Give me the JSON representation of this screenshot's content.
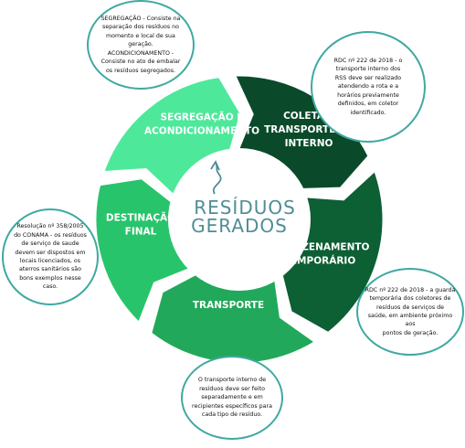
{
  "center": {
    "line1": "RESÍDUOS",
    "line2": "GERADOS"
  },
  "stages": [
    {
      "id": "segregacao",
      "lines": [
        "SEGREGAÇÃO E",
        "ACONDICIONAMENTO"
      ],
      "color": "#4ee89a"
    },
    {
      "id": "coleta",
      "lines": [
        "COLETA E",
        "TRANSPORTE DE",
        "INTERNO"
      ],
      "color": "#0a4a2a"
    },
    {
      "id": "armazenamento",
      "lines": [
        "ARMAZENAMENTO",
        "TEMPORÁRIO"
      ],
      "color": "#0d5f34"
    },
    {
      "id": "transporte",
      "lines": [
        "TRANSPORTE"
      ],
      "color": "#22a85a"
    },
    {
      "id": "destinacao",
      "lines": [
        "DESTINAÇÃO",
        "FINAL"
      ],
      "color": "#28c46c"
    }
  ],
  "notes": [
    {
      "id": "segregacao",
      "lines": [
        "SEGREGAÇÃO - Consiste na",
        "separação dos resíduos no",
        "momento e local de sua",
        "geração.",
        "ACONDICIONAMENTO -",
        "Consiste no ato de embalar",
        "os resíduos segregados."
      ]
    },
    {
      "id": "coleta",
      "lines": [
        "RDC nº 222 de 2018 - o",
        "transporte interno dos",
        "RSS deve ser realizado",
        "atendendo a rota e a",
        "horários previamente",
        "definidos, em coletor",
        "identificado."
      ]
    },
    {
      "id": "armazenamento",
      "lines": [
        "RDC nº 222 de 2018 - a guarda",
        "temporária dos coletores de",
        "resíduos de serviços de",
        "saúde, em ambiente próximo",
        "aos",
        "pontos de geração."
      ]
    },
    {
      "id": "transporte",
      "lines": [
        "O transporte interno de",
        "resíduos deve ser feito",
        "separadamente e em",
        "recipientes específicos para",
        "cada tipo de resíduo."
      ]
    },
    {
      "id": "destinacao",
      "lines": [
        "Resolução nº 358/2005",
        "do CONAMA - os resíduos",
        "de serviço de saude",
        "devem ser dispostos em",
        "locais licenciados, os",
        "aterros sanitários são",
        "bons exemplos nesse",
        "caso."
      ]
    }
  ],
  "colors": {
    "ring_border": "#ffffff",
    "note_border": "#3fa9a0",
    "center_text": "#4f8d96"
  },
  "icons": {
    "center": "swirl-arrow-icon"
  }
}
